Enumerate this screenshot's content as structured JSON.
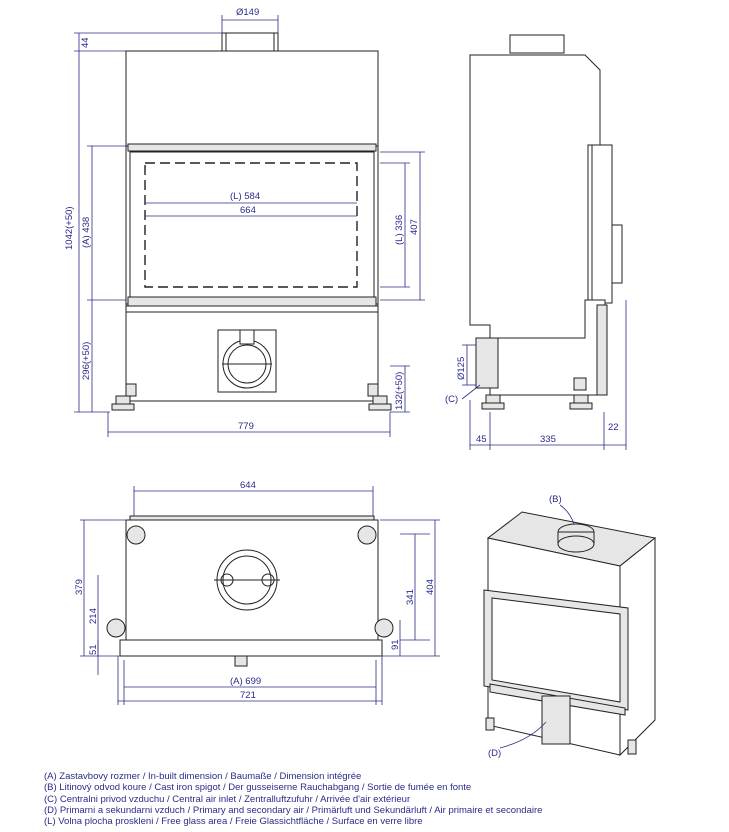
{
  "dimensions": {
    "front": {
      "flue_dia": "Ø149",
      "top_offset": "44",
      "total_height": "1042(+50)",
      "a_height": "(A) 438",
      "base_height": "296(+50)",
      "l_width": "(L) 584",
      "width_664": "664",
      "l_height": "(L) 336",
      "height_407": "407",
      "leg_height": "132(+50)",
      "total_width": "779"
    },
    "side": {
      "air_dia": "Ø125",
      "c_label": "(C)",
      "d45": "45",
      "d335": "335",
      "d22": "22"
    },
    "top": {
      "w644": "644",
      "d379": "379",
      "d214": "214",
      "d51": "51",
      "d341": "341",
      "d404": "404",
      "d91": "91",
      "a699": "(A) 699",
      "w721": "721"
    },
    "iso": {
      "b_label": "(B)",
      "d_label": "(D)"
    }
  },
  "legend": [
    "(A)  Zastavbovy rozmer / In-built dimension / Baumaße / Dimension intégrée",
    "(B)  Litinový odvod koure / Cast iron spigot / Der gusseiserne Rauchabgang / Sortie de fumée en fonte",
    "(C)  Centralni privod vzduchu / Central air inlet / Zentralluftzufuhr / Arrivée d'air extérieur",
    "(D)  Primarni a sekundarni vzduch / Primary and secondary air / Primärluft und Sekundärluft / Air primaire et secondaire",
    "(L)  Volna plocha proskleni / Free glass area / Freie Glassichtfläche / Surface en verre libre"
  ]
}
